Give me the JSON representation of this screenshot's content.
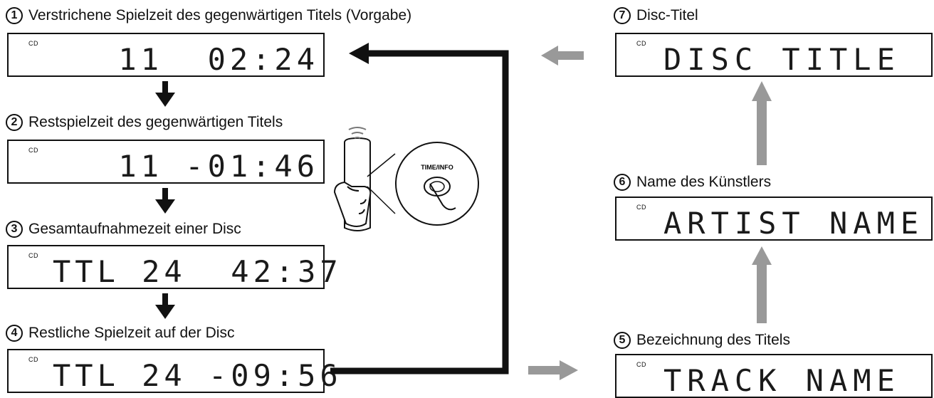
{
  "steps": [
    {
      "num": "1",
      "label": "Verstrichene Spielzeit des gegenwärtigen Titels (Vorgabe)",
      "cd": "CD",
      "display": "11  02:24"
    },
    {
      "num": "2",
      "label": "Restspielzeit des gegenwärtigen Titels",
      "cd": "CD",
      "display": "11 -01:46"
    },
    {
      "num": "3",
      "label": "Gesamtaufnahmezeit einer Disc",
      "cd": "CD",
      "display": "TTL 24  42:37"
    },
    {
      "num": "4",
      "label": "Restliche Spielzeit auf der Disc",
      "cd": "CD",
      "display": "TTL 24 -09:56"
    },
    {
      "num": "5",
      "label": "Bezeichnung des Titels",
      "cd": "CD",
      "display": "TRACK NAME"
    },
    {
      "num": "6",
      "label": "Name des Künstlers",
      "cd": "CD",
      "display": "ARTIST NAME"
    },
    {
      "num": "7",
      "label": "Disc-Titel",
      "cd": "CD",
      "display": "DISC TITLE"
    }
  ],
  "remote": {
    "button_label": "TIME/INFO"
  },
  "colors": {
    "primary_arrow": "#111111",
    "secondary_arrow": "#999999"
  }
}
